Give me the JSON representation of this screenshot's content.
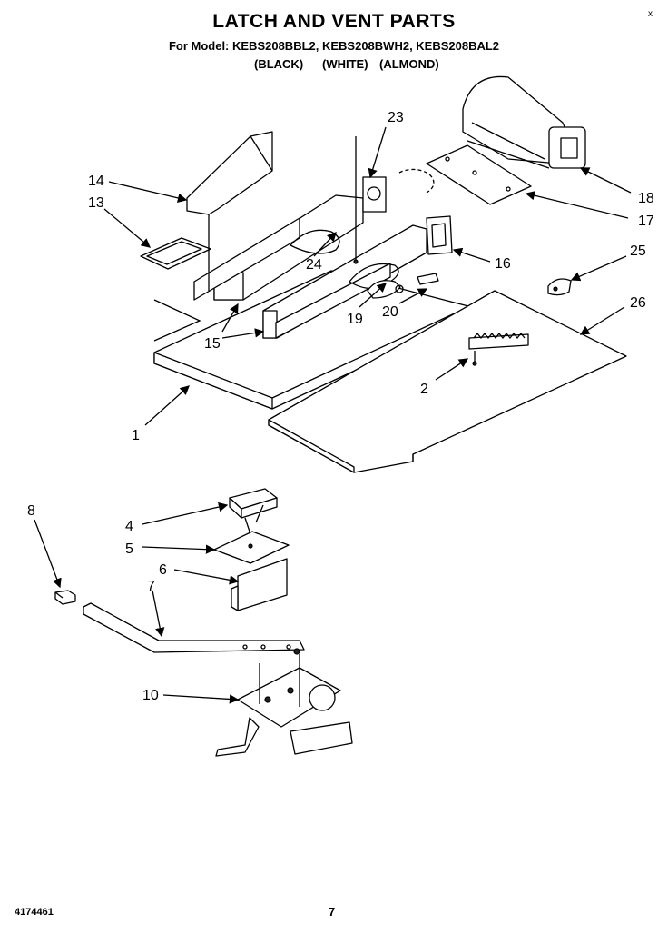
{
  "header": {
    "title": "LATCH AND VENT PARTS",
    "models": "For Model: KEBS208BBL2, KEBS208BWH2, KEBS208BAL2",
    "colors": [
      "(BLACK)",
      "(WHITE)",
      "(ALMOND)"
    ],
    "corner_mark": "x"
  },
  "callouts": [
    "1",
    "2",
    "4",
    "5",
    "6",
    "7",
    "8",
    "10",
    "13",
    "14",
    "15",
    "16",
    "17",
    "18",
    "19",
    "20",
    "23",
    "24",
    "25",
    "26"
  ],
  "footer": {
    "doc_number": "4174461",
    "page": "7"
  }
}
